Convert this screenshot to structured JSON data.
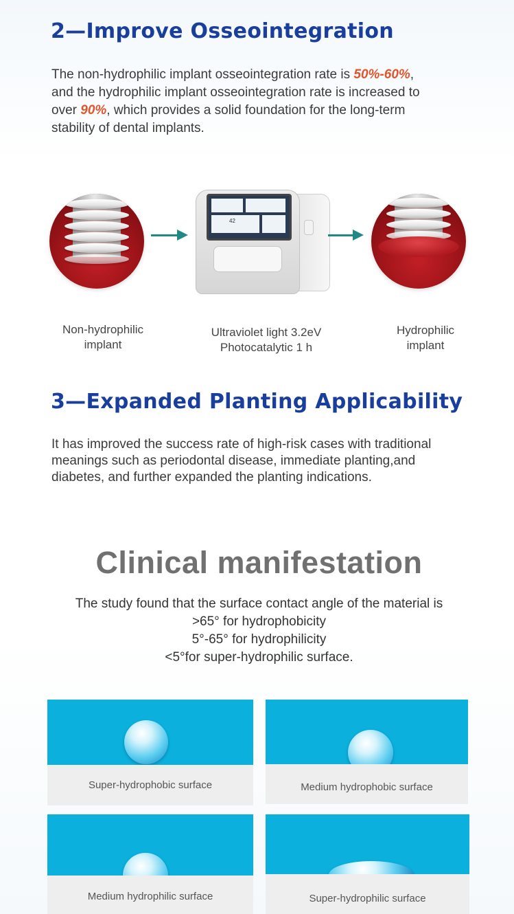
{
  "section2": {
    "title": "2—Improve Osseointegration",
    "p_part1": "The non-hydrophilic implant osseointegration rate is ",
    "p_hl1": "50%-60%",
    "p_part2": ",",
    "p_part3": "and the hydrophilic implant osseointegration rate is increased to",
    "p_part4": " over ",
    "p_hl2": "90%",
    "p_part5": ", which provides a solid foundation for the long-term",
    "p_part6": "stability of dental implants."
  },
  "diagram": {
    "left_label_1": "Non-hydrophilic",
    "left_label_2": "implant",
    "center_label_1": "Ultraviolet light 3.2eV",
    "center_label_2": "Photocatalytic 1 h",
    "right_label_1": "Hydrophilic",
    "right_label_2": "implant",
    "screen_value": "42",
    "arrow_color": "#1f8a84",
    "gum_color": "#a0151a"
  },
  "section3": {
    "title": "3—Expanded Planting Applicability",
    "line1": "It has improved the success rate of high-risk cases with traditional",
    "line2": "meanings such as periodontal disease, immediate planting,and",
    "line3": "diabetes, and further expanded the planting indications."
  },
  "clinical": {
    "title": "Clinical manifestation",
    "line1": "The study found that the surface contact angle of the material is",
    "line2": ">65° for hydrophobicity",
    "line3": "5°-65° for hydrophilicity",
    "line4": "<5°for super-hydrophilic surface."
  },
  "cards": [
    {
      "label": "Super-hydrophobic surface"
    },
    {
      "label": "Medium hydrophobic surface"
    },
    {
      "label": "Medium hydrophilic surface"
    },
    {
      "label": "Super-hydrophilic surface"
    }
  ],
  "colors": {
    "heading": "#1a3e9c",
    "highlight": "#e0552b",
    "card_top": "#0bb0dc"
  }
}
